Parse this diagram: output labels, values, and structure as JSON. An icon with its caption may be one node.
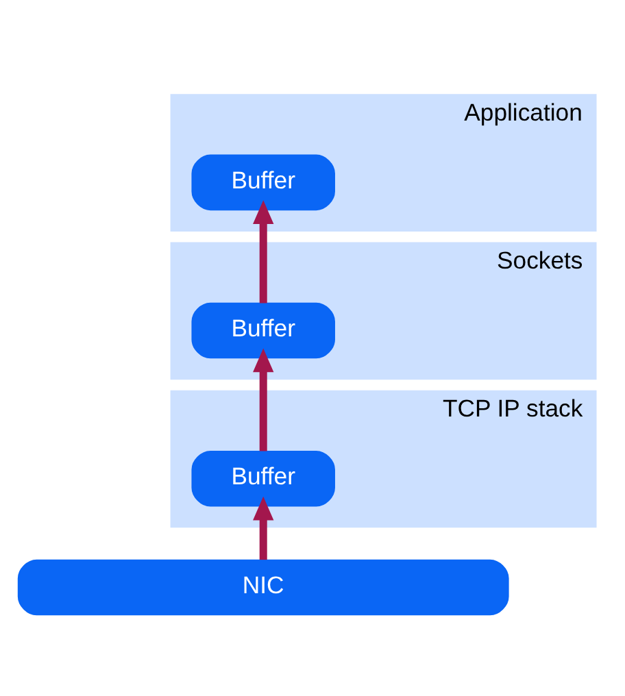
{
  "diagram": {
    "nodes": [
      {
        "text": [
          "Application"
        ]
      },
      {
        "text": [
          "Buffer"
        ],
        "in": 0
      },
      {
        "text": [
          "Sockets"
        ]
      },
      {
        "text": [
          "Buffer"
        ],
        "in": 2
      },
      {
        "text": [
          "TCP IP stack"
        ]
      },
      {
        "text": [
          "Buffer"
        ],
        "in": 4
      },
      {
        "text": [
          "NIC"
        ]
      }
    ],
    "edges": [
      {
        "from": 6,
        "to": 5,
        "arrow": "to"
      },
      {
        "from": 5,
        "to": 3,
        "arrow": "to"
      },
      {
        "from": 3,
        "to": 1,
        "arrow": "to"
      }
    ]
  }
}
